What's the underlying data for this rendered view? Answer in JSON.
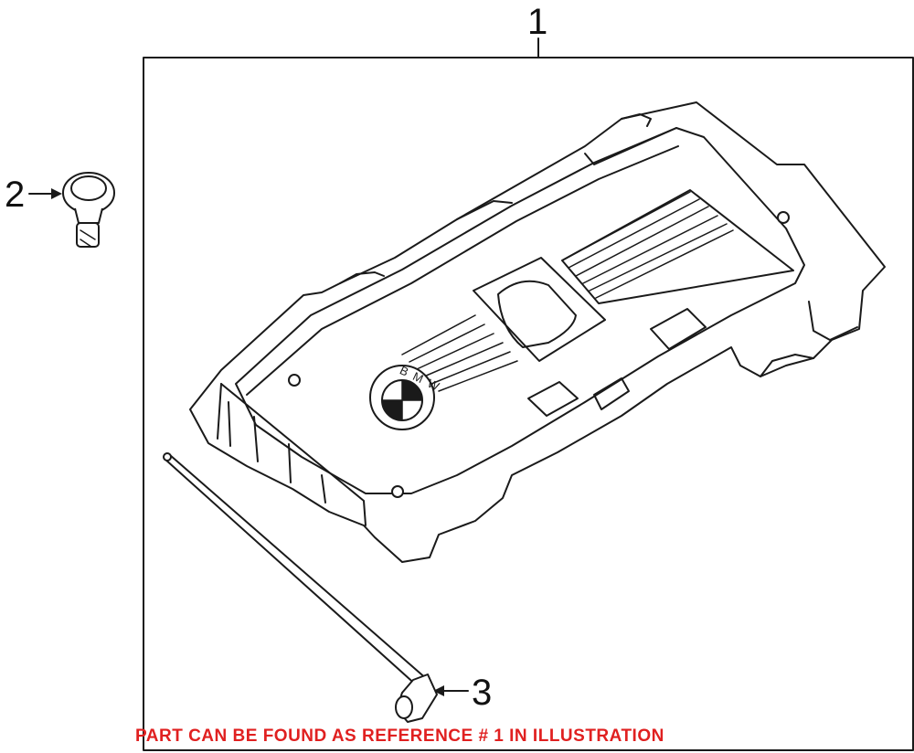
{
  "callouts": [
    {
      "id": "1",
      "label": "1"
    },
    {
      "id": "2",
      "label": "2"
    },
    {
      "id": "3",
      "label": "3"
    }
  ],
  "logo": {
    "letters": "BMW"
  },
  "note": {
    "text": "PART CAN BE FOUND AS REFERENCE # 1 IN ILLUSTRATION",
    "color": "#e02020"
  },
  "colors": {
    "line": "#1a1a1a",
    "background": "#ffffff"
  }
}
